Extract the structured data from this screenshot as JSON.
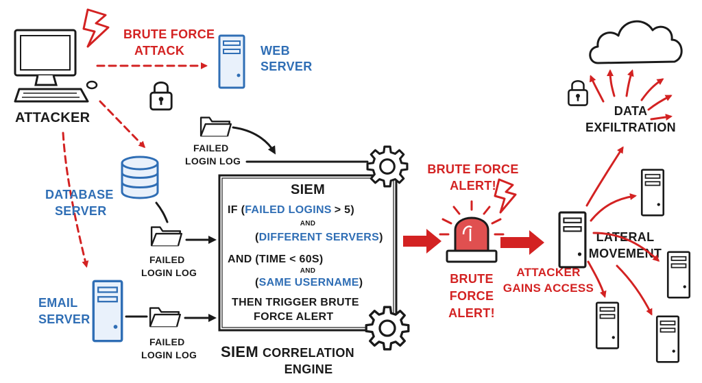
{
  "nodes": {
    "attacker": "ATTACKER",
    "web_server": [
      "WEB",
      "SERVER"
    ],
    "database_server": [
      "DATABASE",
      "SERVER"
    ],
    "email_server": [
      "EMAIL",
      "SERVER"
    ],
    "brute_force_attack": [
      "BRUTE FORCE",
      "ATTACK"
    ],
    "failed_login_log": [
      "FAILED",
      "LOGIN LOG"
    ]
  },
  "siem": {
    "title": "SIEM",
    "if": "IF (",
    "cond1": "FAILED LOGINS",
    "gt5": "> 5)",
    "and": "AND",
    "cond2_open": "(",
    "cond2": "DIFFERENT SERVERS",
    "cond2_close": ")",
    "and_time": "AND (TIME < 60S)",
    "cond3_open": "(",
    "cond3": "SAME USERNAME",
    "cond3_close": ")",
    "then": [
      "THEN TRIGGER BRUTE",
      "FORCE ALERT"
    ],
    "engine_big": "SIEM",
    "engine_rest": "CORRELATION",
    "engine_line2": "ENGINE"
  },
  "alert": {
    "top": [
      "BRUTE FORCE",
      "ALERT!"
    ],
    "bottom": [
      "BRUTE",
      "FORCE",
      "ALERT!"
    ]
  },
  "outcome": {
    "gains_access": [
      "ATTACKER",
      "GAINS ACCESS"
    ],
    "lateral": [
      "LATERAL",
      "MOVEMENT"
    ],
    "exfil": [
      "DATA",
      "EXFILTRATION"
    ]
  },
  "colors": {
    "red": "#d32222",
    "blue": "#2f6eb5",
    "ink": "#1a1a1a"
  }
}
